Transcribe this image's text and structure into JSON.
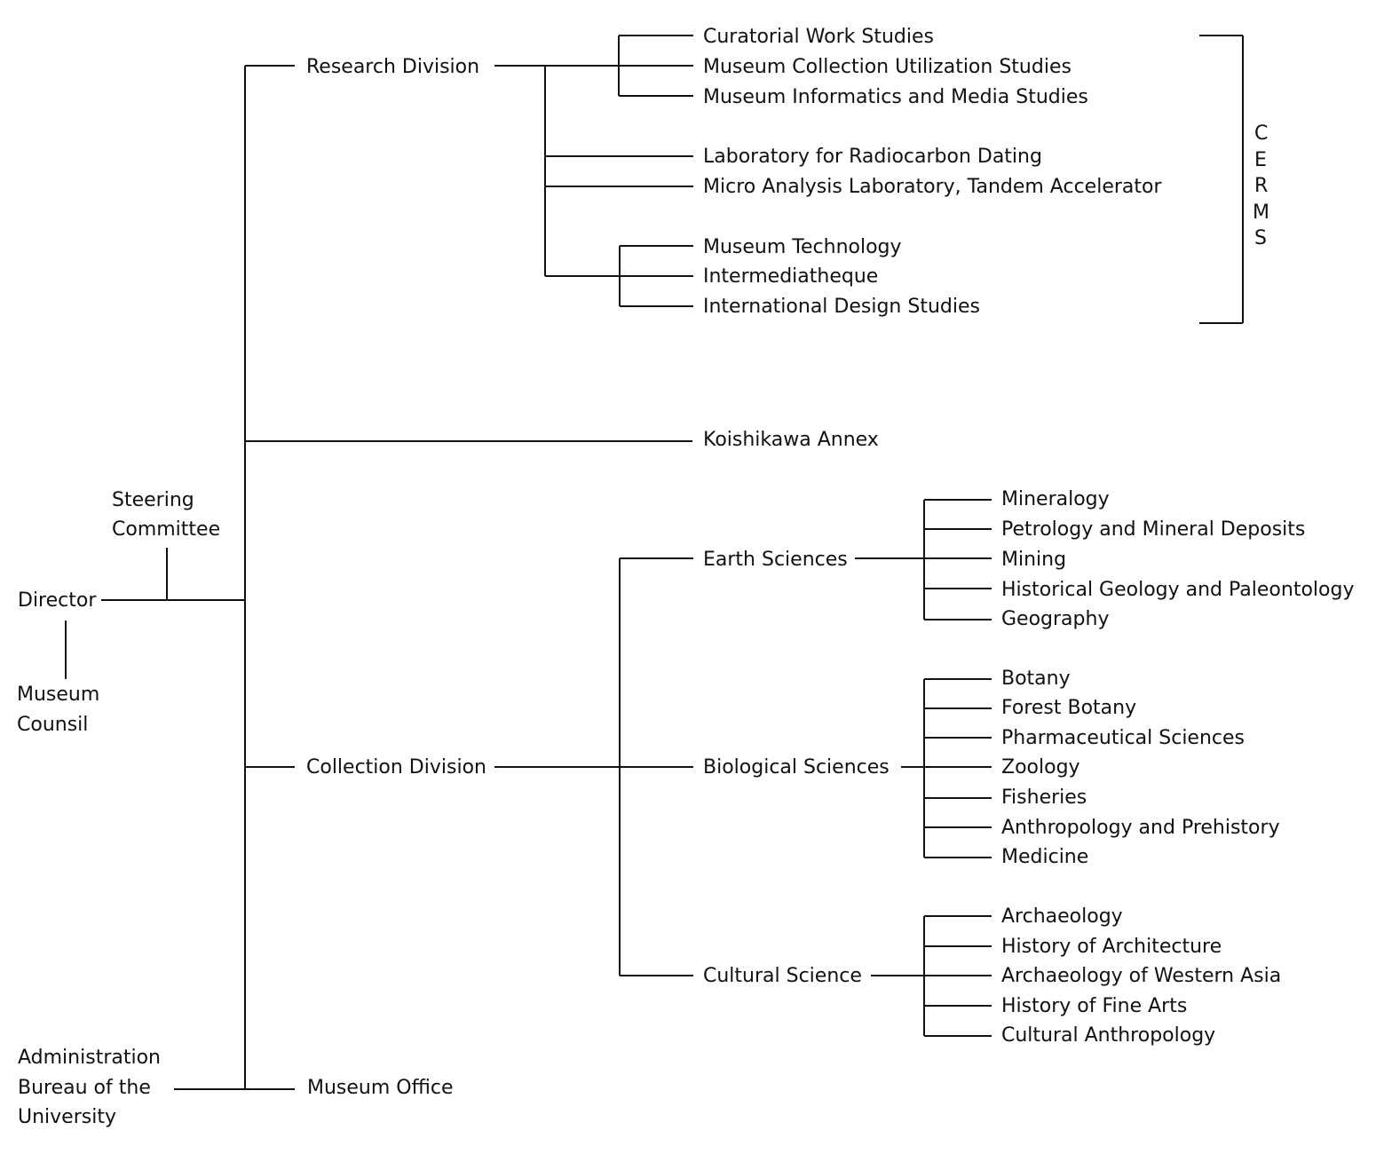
{
  "nodes": {
    "director": "Director",
    "steering_committee": [
      "Steering",
      "Committee"
    ],
    "museum_counsil": [
      "Museum",
      "Counsil"
    ],
    "administration_bureau": [
      "Administration",
      "Bureau of the",
      "University"
    ],
    "research_division": "Research Division",
    "koishikawa_annex": "Koishikawa Annex",
    "collection_division": "Collection Division",
    "museum_office": "Museum Office"
  },
  "research": {
    "curatorial_group": [
      "Curatorial Work Studies",
      "Museum Collection Utilization Studies",
      "Museum Informatics and Media Studies"
    ],
    "laboratories": [
      "Laboratory for Radiocarbon Dating",
      "Micro Analysis Laboratory, Tandem Accelerator"
    ],
    "technology_group": [
      "Museum Technology",
      "Intermediatheque",
      "International Design Studies"
    ]
  },
  "cerms_letters": [
    "C",
    "E",
    "R",
    "M",
    "S"
  ],
  "collection": {
    "earth_sciences": {
      "label": "Earth Sciences",
      "items": [
        "Mineralogy",
        "Petrology and Mineral Deposits",
        "Mining",
        "Historical Geology and Paleontology",
        "Geography"
      ]
    },
    "biological_sciences": {
      "label": "Biological Sciences",
      "items": [
        "Botany",
        "Forest Botany",
        "Pharmaceutical Sciences",
        "Zoology",
        "Fisheries",
        "Anthropology and Prehistory",
        "Medicine"
      ]
    },
    "cultural_science": {
      "label": "Cultural Science",
      "items": [
        "Archaeology",
        "History of Architecture",
        "Archaeology of Western Asia",
        "History of Fine Arts",
        "Cultural Anthropology"
      ]
    }
  }
}
